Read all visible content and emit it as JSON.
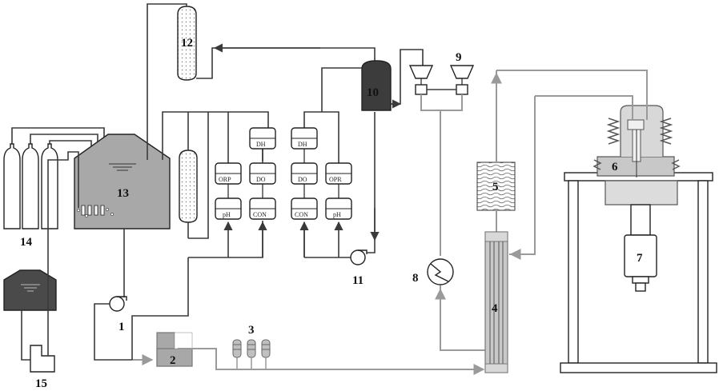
{
  "labels": {
    "n1": "1",
    "n2": "2",
    "n3": "3",
    "n4": "4",
    "n5": "5",
    "n6": "6",
    "n7": "7",
    "n8": "8",
    "n9": "9",
    "n10": "10",
    "n11": "11",
    "n12": "12",
    "n13": "13",
    "n14": "14",
    "n15": "15"
  },
  "sensors_left": {
    "top": [
      "DH"
    ],
    "col1": [
      "ORP",
      "pH"
    ],
    "col2": [
      "DO",
      "CON"
    ]
  },
  "sensors_right": {
    "top": [
      "DH"
    ],
    "col1": [
      "DO",
      "CON"
    ],
    "col2": [
      "OPR",
      "pH"
    ]
  },
  "colors": {
    "line_dark": "#3a3a3a",
    "line_gray": "#9a9a9a",
    "tank_fill": "#a8a8a8",
    "dark_fill": "#3c3c3c"
  }
}
